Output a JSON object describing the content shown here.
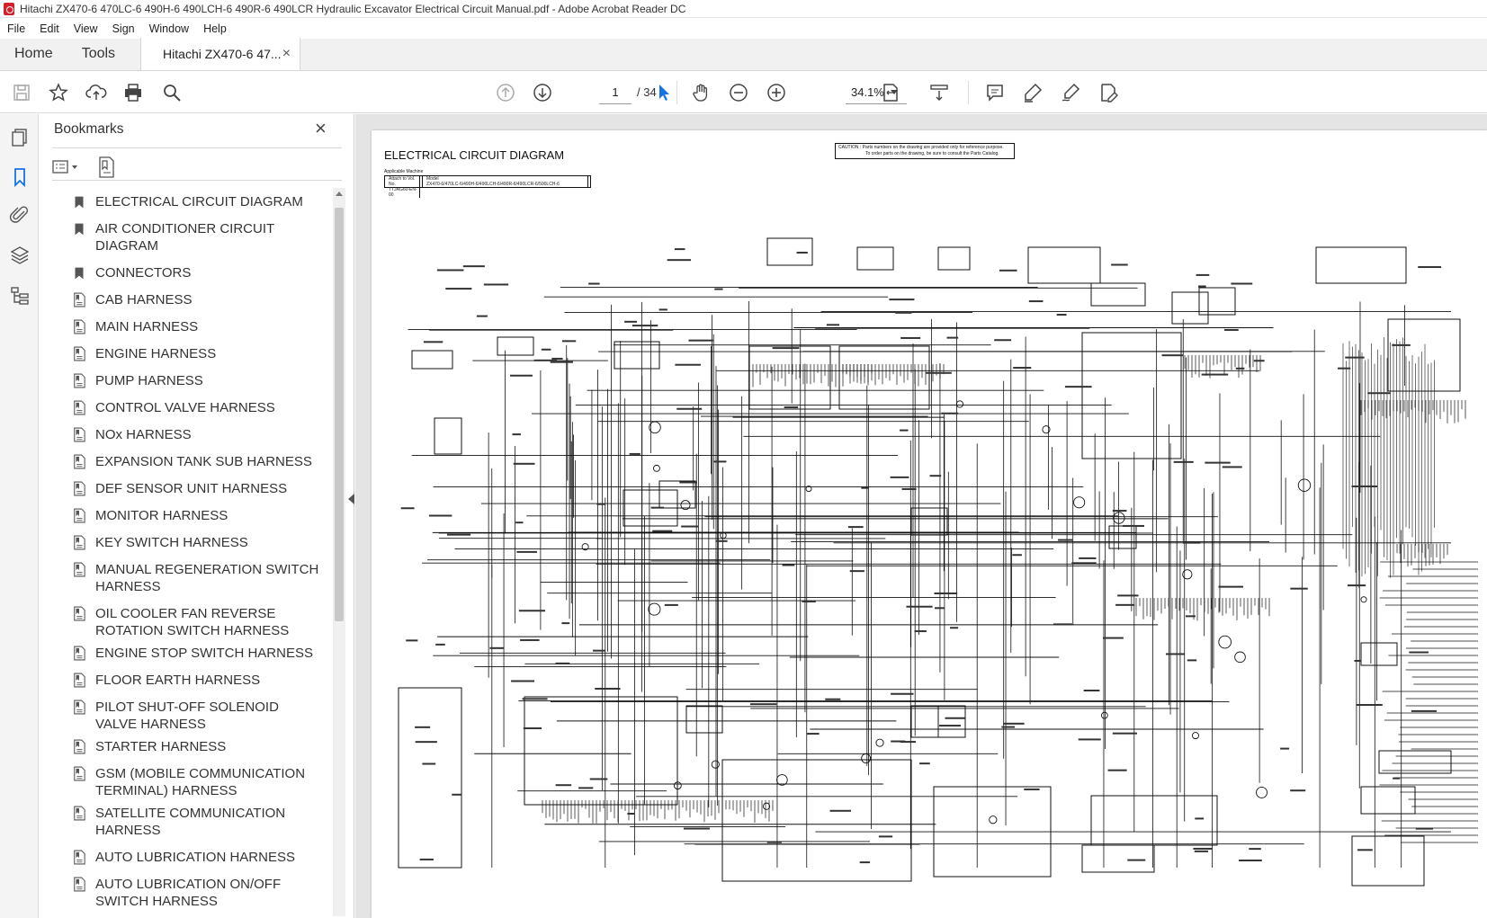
{
  "window": {
    "title": "Hitachi ZX470-6 470LC-6 490H-6 490LCH-6 490R-6 490LCR Hydraulic Excavator Electrical Circuit Manual.pdf - Adobe Acrobat Reader DC"
  },
  "menu": [
    "File",
    "Edit",
    "View",
    "Sign",
    "Window",
    "Help"
  ],
  "tabs": {
    "home": "Home",
    "tools": "Tools",
    "document": "Hitachi ZX470-6 47...",
    "close": "×"
  },
  "toolbar": {
    "current_page": "1",
    "total_pages": "/ 34",
    "zoom": "34.1%"
  },
  "bookmarks": {
    "header": "Bookmarks",
    "close": "×",
    "items": [
      {
        "label": "ELECTRICAL CIRCUIT DIAGRAM",
        "icon": "bookmark-icon"
      },
      {
        "label": "AIR CONDITIONER CIRCUIT DIAGRAM",
        "icon": "bookmark-icon"
      },
      {
        "label": "CONNECTORS",
        "icon": "bookmark-icon"
      },
      {
        "label": "CAB HARNESS",
        "icon": "bookmark-page-icon"
      },
      {
        "label": "MAIN HARNESS",
        "icon": "bookmark-page-icon"
      },
      {
        "label": "ENGINE HARNESS",
        "icon": "bookmark-page-icon"
      },
      {
        "label": "PUMP HARNESS",
        "icon": "bookmark-page-icon"
      },
      {
        "label": "CONTROL VALVE HARNESS",
        "icon": "bookmark-page-icon"
      },
      {
        "label": "NOx HARNESS",
        "icon": "bookmark-page-icon"
      },
      {
        "label": "EXPANSION TANK SUB HARNESS",
        "icon": "bookmark-page-icon"
      },
      {
        "label": "DEF SENSOR UNIT HARNESS",
        "icon": "bookmark-page-icon"
      },
      {
        "label": "MONITOR HARNESS",
        "icon": "bookmark-page-icon"
      },
      {
        "label": "KEY SWITCH HARNESS",
        "icon": "bookmark-page-icon"
      },
      {
        "label": "MANUAL REGENERATION SWITCH HARNESS",
        "icon": "bookmark-page-icon"
      },
      {
        "label": "OIL COOLER FAN REVERSE ROTATION SWITCH HARNESS",
        "icon": "bookmark-page-icon"
      },
      {
        "label": "ENGINE STOP SWITCH HARNESS",
        "icon": "bookmark-page-icon"
      },
      {
        "label": "FLOOR EARTH HARNESS",
        "icon": "bookmark-page-icon"
      },
      {
        "label": "PILOT SHUT-OFF SOLENOID VALVE HARNESS",
        "icon": "bookmark-page-icon"
      },
      {
        "label": "STARTER HARNESS",
        "icon": "bookmark-page-icon"
      },
      {
        "label": "GSM (MOBILE COMMUNICATION TERMINAL) HARNESS",
        "icon": "bookmark-page-icon"
      },
      {
        "label": "SATELLITE COMMUNICATION HARNESS",
        "icon": "bookmark-page-icon"
      },
      {
        "label": "AUTO LUBRICATION HARNESS",
        "icon": "bookmark-page-icon"
      },
      {
        "label": "AUTO LUBRICATION ON/OFF SWITCH HARNESS",
        "icon": "bookmark-page-icon"
      }
    ]
  },
  "document_page": {
    "title": "ELECTRICAL CIRCUIT DIAGRAM",
    "caution_line1": "CAUTION : Parts numbers on the drawing are provided only for reference purpose.",
    "caution_line2": "To order parts on the drawing, be sure to consult the Parts Catalog.",
    "applicable_label": "Applicable Machine",
    "table_col1_header": "Attach to Vol. No.",
    "table_col2_header": "Model",
    "table_col1_value": "TTJAG60-EN-00",
    "table_col2_value": "ZX470-6/470LC-6/490H-6/490LCH-6/490R-6/490LCR-6/500LCH-6"
  },
  "colors": {
    "acrobat_red": "#d4202a",
    "selection_blue": "#1473e6",
    "panel_bg": "#f4f4f4",
    "doc_bg": "#e4e4e4"
  }
}
